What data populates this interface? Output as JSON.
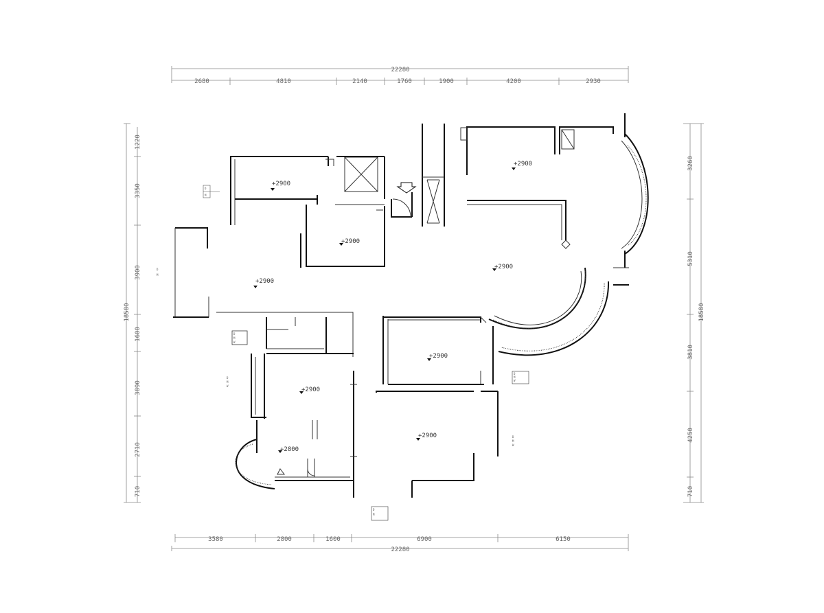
{
  "dimensions": {
    "top_total": "22280",
    "top": [
      "2680",
      "4810",
      "2140",
      "1760",
      "1900",
      "4200",
      "2930"
    ],
    "bottom_total": "22280",
    "bottom": [
      "3580",
      "2800",
      "1600",
      "6900",
      "6150"
    ],
    "left_total": "18580",
    "left": [
      "1220",
      "3350",
      "3900",
      "1600",
      "3890",
      "2710",
      "710"
    ],
    "right_total": "18580",
    "right": [
      "3260",
      "5310",
      "3810",
      "4250",
      "710"
    ]
  },
  "levels": [
    {
      "id": "lv1",
      "text": "+2900"
    },
    {
      "id": "lv2",
      "text": "+2900"
    },
    {
      "id": "lv3",
      "text": "+2900"
    },
    {
      "id": "lv4",
      "text": "+2900"
    },
    {
      "id": "lv5",
      "text": "+2900"
    },
    {
      "id": "lv6",
      "text": "+2900"
    },
    {
      "id": "lv7",
      "text": "+2900"
    },
    {
      "id": "lv8",
      "text": "+2900"
    },
    {
      "id": "lv9",
      "text": "+2800"
    }
  ],
  "tags": {
    "t1": [
      "D",
      "M"
    ],
    "t2": [
      "D",
      "M"
    ],
    "t3": [
      "D",
      "M",
      "W"
    ],
    "t4": [
      "D",
      "M",
      "W"
    ],
    "t5": [
      "D",
      "M",
      "W"
    ],
    "t6": [
      "D",
      "M",
      "W"
    ],
    "t7": [
      "D",
      "M"
    ]
  },
  "colors": {
    "wall": "#111111",
    "dimension": "#888888",
    "text": "#666666"
  }
}
